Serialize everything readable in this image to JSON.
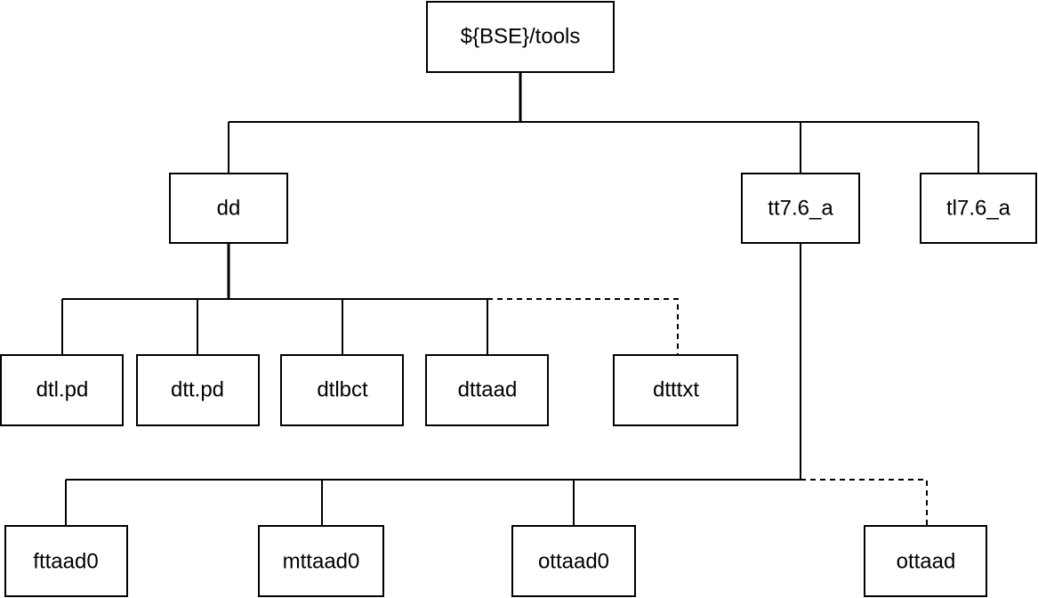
{
  "diagram": {
    "nodes": {
      "root": "${BSE}/tools",
      "dd": "dd",
      "tt": "tt7.6_a",
      "tl": "tl7.6_a",
      "dtl_pd": "dtl.pd",
      "dtt_pd": "dtt.pd",
      "dtlbct": "dtlbct",
      "dttaad": "dttaad",
      "dtttxt": "dtttxt",
      "fttaad0": "fttaad0",
      "mttaad0": "mttaad0",
      "ottaad0": "ottaad0",
      "ottaad": "ottaad"
    }
  }
}
